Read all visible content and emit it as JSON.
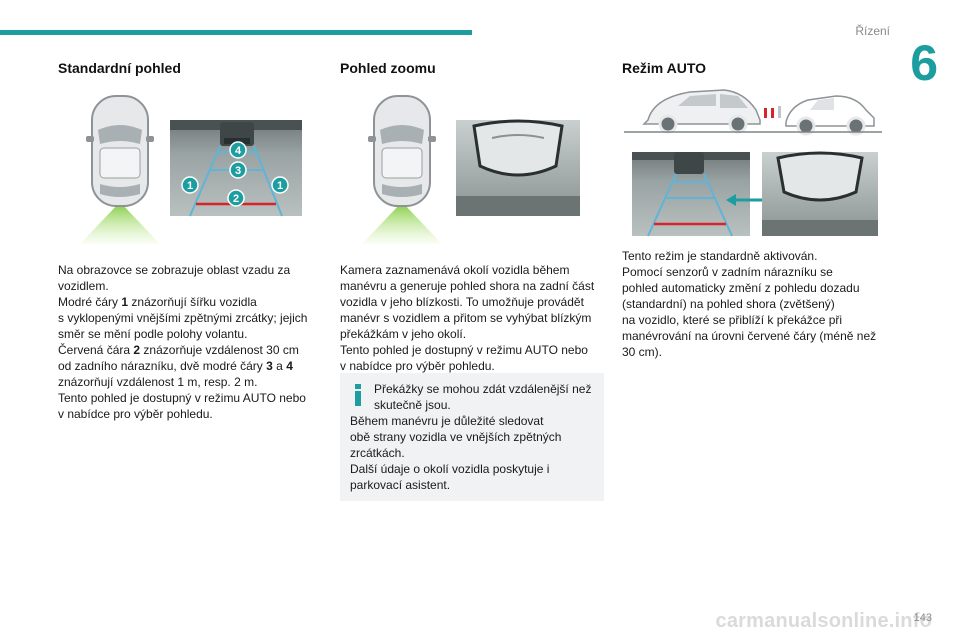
{
  "header": {
    "chapter_title": "Řízení",
    "chapter_number": "6"
  },
  "colors": {
    "accent": "#1c9ea1",
    "red_line": "#d8232a",
    "blue_line": "#5fb4d8",
    "green_zone": "#8cd14a",
    "info_box_bg": "#f0f2f3"
  },
  "standard": {
    "heading": "Standardní pohled",
    "labels": [
      "1",
      "2",
      "3",
      "4",
      "1"
    ],
    "text_lines": [
      "Na obrazovce se zobrazuje oblast vzadu za",
      "vozidlem.",
      "čáry",
      "znázorňují šířku vozidla",
      "s vyklopenými vnějšími zpětnými zrcátky; jejich",
      "směr se mění podle polohy volantu.",
      "znázorňuje vzdálenost 30 cm",
      "od zadního nárazníku, dvě modré čáry",
      "znázorňují vzdálenost 1 m, resp. 2 m.",
      "Tento pohled je dostupný v režimu AUTO nebo",
      "v nabídce pro výběr pohledu."
    ],
    "modre": "Modré",
    "num1": "1",
    "cervena": "Červená čára",
    "num2": "2",
    "num3": "3",
    "a": "a",
    "num4": "4"
  },
  "zoom": {
    "heading": "Pohled zoomu",
    "text_lines": [
      "Kamera zaznamenává okolí vozidla během",
      "manévru a generuje pohled shora na zadní část",
      "vozidla v jeho blízkosti. To umožňuje provádět",
      "manévr s vozidlem a přitom se vyhýbat blízkým",
      "překážkám v jeho okolí.",
      "Tento pohled je dostupný v režimu AUTO nebo",
      "v nabídce pro výběr pohledu."
    ],
    "info_lines": [
      "Překážky se mohou zdát vzdálenější než",
      "skutečně jsou.",
      "Během manévru je důležité sledovat",
      "obě strany vozidla ve vnějších zpětných",
      "zrcátkách.",
      "Další údaje o okolí vozidla poskytuje i",
      "parkovací asistent."
    ]
  },
  "auto": {
    "heading": "Režim AUTO",
    "text_lines": [
      "Tento režim je standardně aktivován.",
      "Pomocí senzorů v zadním nárazníku se",
      "pohled automaticky změní z pohledu dozadu",
      "(standardní) na pohled shora (zvětšený)",
      "na vozidlo, které se přiblíží k překážce při",
      "manévrování na úrovni červené čáry (méně než",
      "30 cm)."
    ]
  },
  "footer": {
    "page_number": "143",
    "watermark": "carmanualsonline.info"
  }
}
